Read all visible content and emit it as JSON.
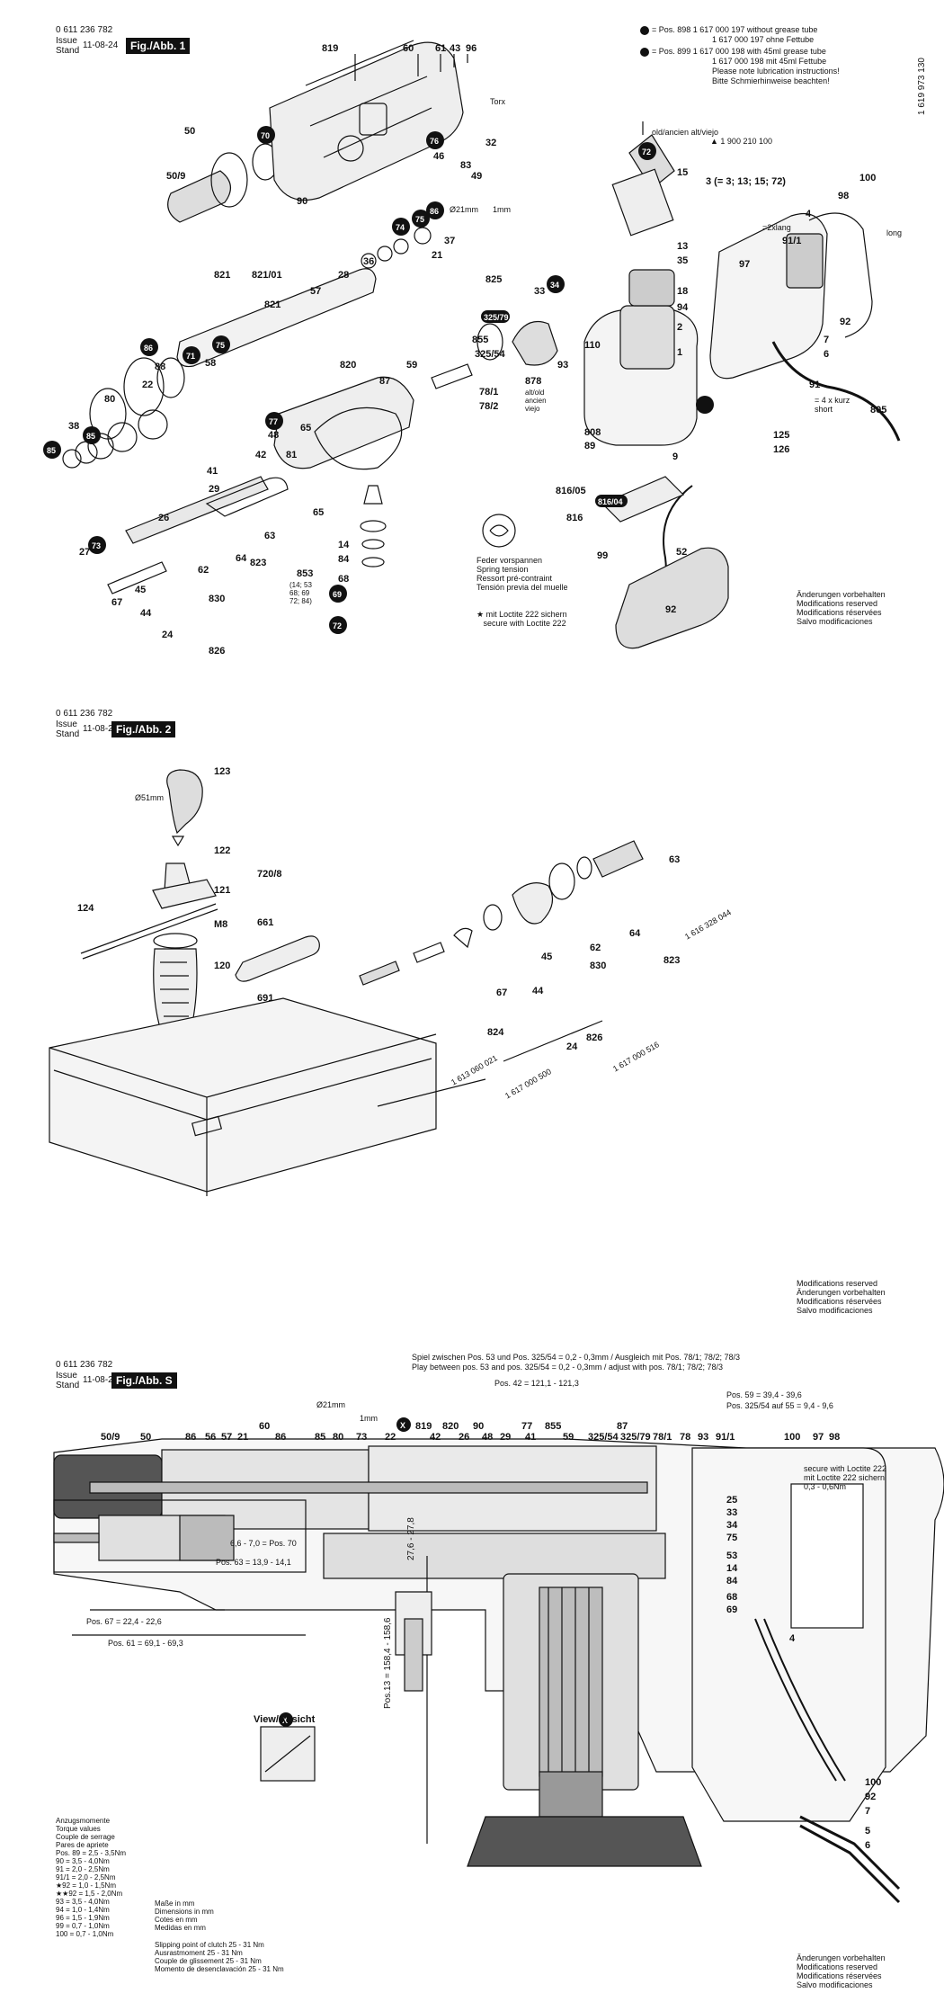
{
  "doc_number": "0 611 236 782",
  "issue_label_1": "Issue",
  "issue_label_2": "Stand",
  "issue_date": "11-08-24",
  "side_number": "1 619 973 130",
  "sheet1": {
    "fig_label": "Fig./Abb. 1",
    "grease_notes": [
      "= Pos. 898  1 617 000 197 without grease tube",
      "1 617 000 197 ohne Fettube",
      "= Pos. 899  1 617 000 198 with 45ml grease tube",
      "1 617 000 198 mit 45ml Fettube",
      "Please note lubrication instructions!",
      "Bitte Schmierhinweise beachten!"
    ],
    "old_new": "old/ancien alt/viejo",
    "triangle_note": "1 900 210 100",
    "torx": "Torx",
    "d21": "Ø21mm",
    "mm1": "1mm",
    "xlang": "=2xlang",
    "long": "long",
    "kurz_short": "= 4 x kurz short",
    "spring_note": [
      "Feder vorspannen",
      "Spring tension",
      "Ressort pré-contraint",
      "Tensión previa del muelle"
    ],
    "loctite_note": [
      "mit Loctite 222 sichern",
      "secure with Loctite 222"
    ],
    "alt_old": [
      "alt/old",
      "ancien",
      "viejo"
    ],
    "modifications": [
      "Änderungen vorbehalten",
      "Modifications reserved",
      "Modifications réservées",
      "Salvo modificaciones"
    ],
    "parts": [
      "819",
      "60",
      "61",
      "43",
      "96",
      "70",
      "50",
      "50/9",
      "90",
      "76",
      "46",
      "32",
      "83",
      "49",
      "86",
      "37",
      "21",
      "821",
      "821/01",
      "28",
      "36",
      "75",
      "74",
      "821",
      "57",
      "825",
      "33",
      "34",
      "325/79",
      "855",
      "325/54",
      "93",
      "878",
      "78/1",
      "78/2",
      "22",
      "88",
      "80",
      "38",
      "85",
      "71",
      "58",
      "820",
      "87",
      "59",
      "48",
      "77",
      "65",
      "42",
      "81",
      "41",
      "29",
      "26",
      "65",
      "63",
      "62",
      "64",
      "823",
      "853",
      "14",
      "84",
      "68",
      "69",
      "72",
      "27",
      "67",
      "45",
      "44",
      "830",
      "24",
      "826",
      "3",
      "15",
      "13",
      "35",
      "18",
      "94",
      "2",
      "1",
      "110",
      "808",
      "89",
      "9",
      "816/05",
      "816/04",
      "816",
      "99",
      "52",
      "92",
      "100",
      "98",
      "4",
      "91/1",
      "97",
      "92",
      "7",
      "6",
      "91",
      "805",
      "125",
      "126"
    ]
  },
  "sheet2": {
    "fig_label": "Fig./Abb. 2",
    "d51": "Ø51mm",
    "parts": [
      "123",
      "122",
      "720/8",
      "121",
      "124",
      "M8",
      "120",
      "661",
      "691",
      "63",
      "64",
      "62",
      "830",
      "45",
      "44",
      "67",
      "824",
      "826",
      "823",
      "24"
    ],
    "part_numbers": [
      "1 616 328 044",
      "1 613 060 021",
      "1 617 000 500",
      "1 617 000 516"
    ],
    "modifications": [
      "Modifications reserved",
      "Änderungen vorbehalten",
      "Modifications réservées",
      "Salvo modificaciones"
    ]
  },
  "sheetS": {
    "fig_label": "Fig./Abb. S",
    "play_note": [
      "Spiel zwischen Pos. 53 und Pos. 325/54  = 0,2 - 0,3mm / Ausgleich mit Pos. 78/1; 78/2; 78/3",
      "Play between pos. 53 and pos. 325/54     = 0,2 - 0,3mm / adjust with pos. 78/1; 78/2; 78/3"
    ],
    "dims": {
      "pos42": "Pos. 42 = 121,1 - 121,3",
      "pos59": "Pos. 59 = 39,4 - 39,6",
      "pos325": "Pos. 325/54 auf 55 = 9,4 - 9,6",
      "pos70": "6,6 - 7,0 = Pos. 70",
      "pos63": "Pos. 63 = 13,9 - 14,1",
      "pos67": "Pos. 67 = 22,4 - 22,6",
      "pos61": "Pos. 61 = 69,1 - 69,3",
      "pos13": "Pos.13 = 158,4 - 158,6",
      "d1": "27,6 - 27,8",
      "d21": "Ø21mm",
      "mm1": "1mm"
    },
    "loctite": [
      "secure with Loctite 222",
      "mit Loctite 222 sichern",
      "0,3 - 0,6Nm"
    ],
    "torque": [
      "Anzugsmomente",
      "Torque values",
      "Couple de serrage",
      "Pares de apriete",
      "Pos. 89 = 2,5 - 3,5Nm",
      "90 = 3,5 - 4,0Nm",
      "91 = 2,0 - 2,5Nm",
      "91/1 = 2,0 - 2,5Nm",
      "92 = 1,0 - 1,5Nm",
      "92 = 1,5 - 2,0Nm",
      "93 = 3,5 - 4,0Nm",
      "94 = 1,0 - 1,4Nm",
      "96 = 1,5 - 1,9Nm",
      "99 = 0,7 - 1,0Nm",
      "100 = 0,7 - 1,0Nm"
    ],
    "units": [
      "Maße in mm",
      "Dimensions in mm",
      "Cotes en mm",
      "Medidas en mm"
    ],
    "clutch": [
      "Slipping point of clutch 25 - 31 Nm",
      "Ausrastmoment 25 - 31 Nm",
      "Couple de glissement 25 - 31 Nm",
      "Momento de desenclavación 25 - 31 Nm"
    ],
    "view": "View/Ansicht",
    "top_parts": [
      "50/9",
      "50",
      "86",
      "56",
      "57",
      "21",
      "60",
      "86",
      "85",
      "80",
      "73",
      "22",
      "819",
      "42",
      "820",
      "26",
      "90",
      "48",
      "29",
      "77",
      "41",
      "855",
      "59",
      "325/54",
      "87",
      "325/79",
      "78/1",
      "78",
      "93",
      "91/1",
      "100",
      "97",
      "98"
    ],
    "right_parts": [
      "25",
      "33",
      "34",
      "75",
      "53",
      "14",
      "84",
      "68",
      "69",
      "4",
      "100",
      "92",
      "7",
      "5",
      "6"
    ],
    "modifications": [
      "Änderungen vorbehalten",
      "Modifications reserved",
      "Modifications réservées",
      "Salvo modificaciones"
    ]
  }
}
